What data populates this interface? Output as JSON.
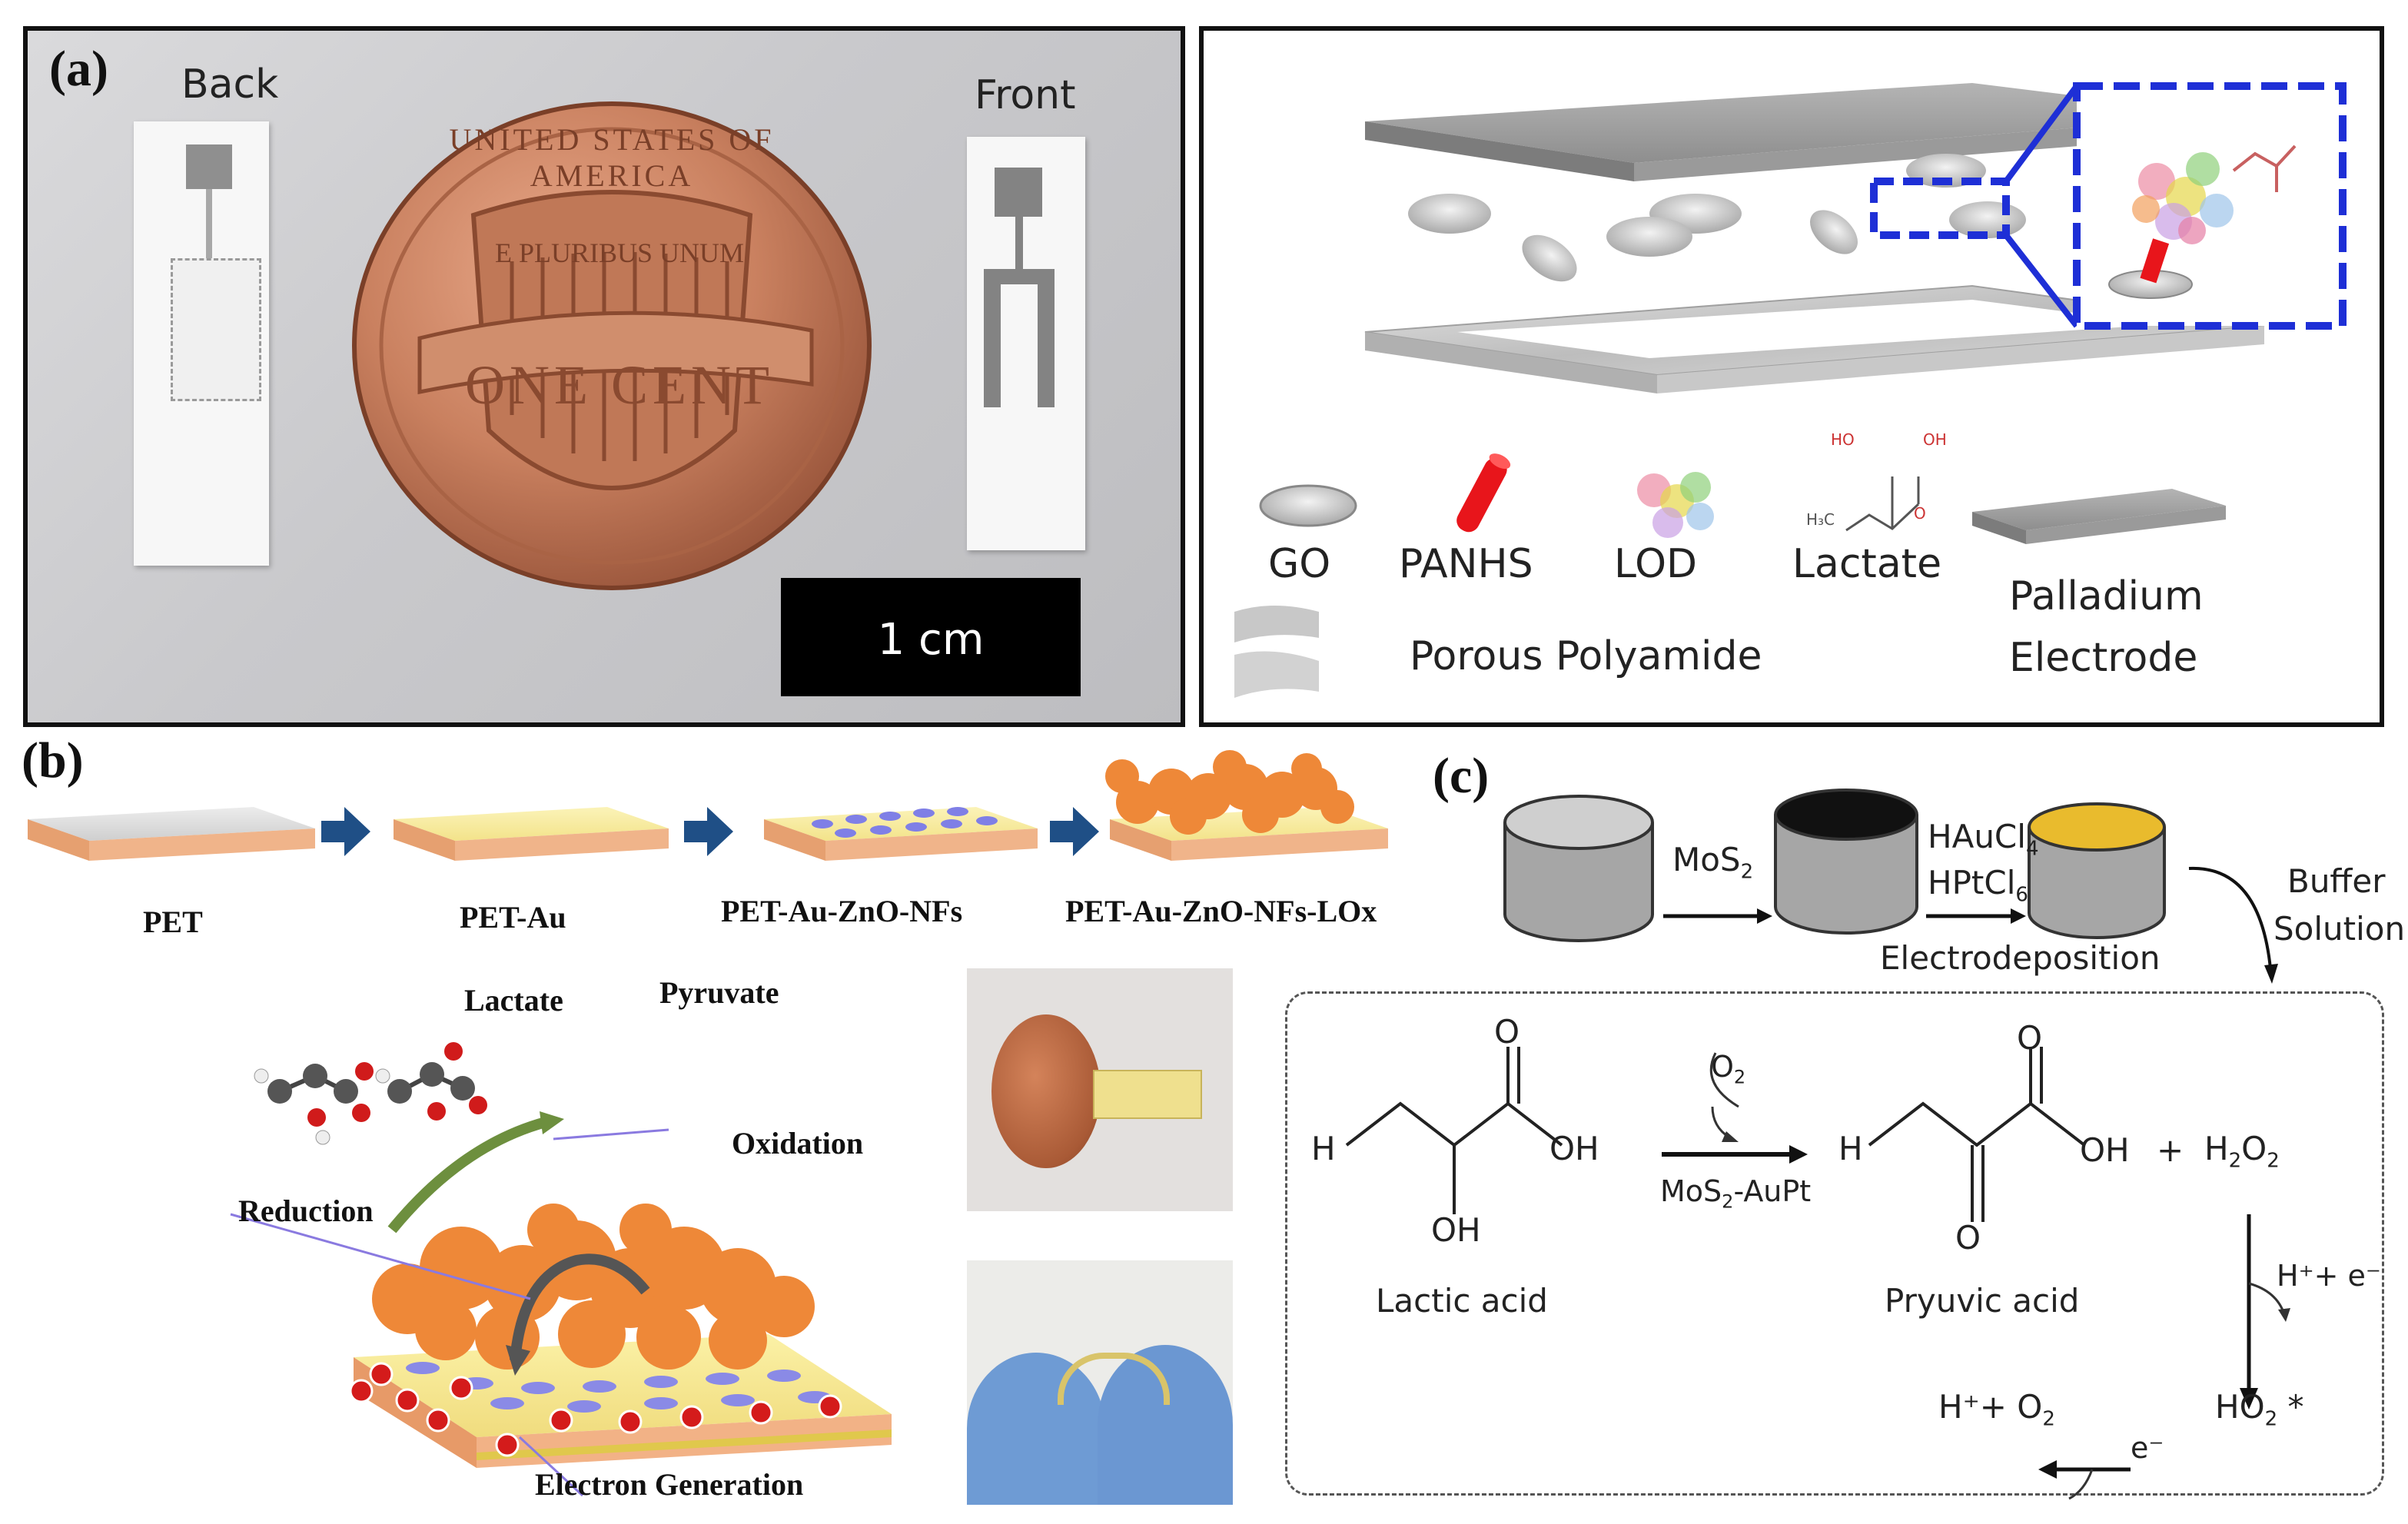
{
  "panel_a": {
    "label": "(a)",
    "photo": {
      "back_label": "Back",
      "front_label": "Front",
      "scale_bar": "1 cm",
      "coin_text_top": "UNITED STATES OF AMERICA",
      "coin_text_motto": "E PLURIBUS UNUM",
      "coin_text_value": "ONE CENT"
    },
    "legend": {
      "go": "GO",
      "panhs": "PANHS",
      "lod": "LOD",
      "lactate": "Lactate",
      "palladium_line1": "Palladium",
      "palladium_line2": "Electrode",
      "porous": "Porous Polyamide",
      "lactate_oh": "OH",
      "lactate_ho": "HO",
      "lactate_o": "O",
      "lactate_h3c": "H₃C"
    }
  },
  "panel_b": {
    "label": "(b)",
    "steps": [
      "PET",
      "PET-Au",
      "PET-Au-ZnO-NFs",
      "PET-Au-ZnO-NFs-LOx"
    ],
    "lactate": "Lactate",
    "pyruvate": "Pyruvate",
    "oxidation": "Oxidation",
    "reduction": "Reduction",
    "electron_generation": "Electron Generation"
  },
  "panel_c": {
    "label": "(c)",
    "mos2_top": "MoS",
    "mos2_sub": "2",
    "hauc_main": "HAuCl",
    "hauc_sub": "4",
    "hptc_main": "HPtCl",
    "hptc_sub": "6",
    "electrodeposition": "Electrodeposition",
    "buffer_line1": "Buffer",
    "buffer_line2": "Solution",
    "o2_main": "O",
    "o2_sub": "2",
    "catalyst_main": "MoS",
    "catalyst_sub": "2",
    "catalyst_rest": "-AuPt",
    "lactic_acid": "Lactic acid",
    "pyruvic_acid": "Pryuvic  acid",
    "h": "H",
    "oh": "OH",
    "o": "O",
    "plus": "+",
    "h2o2_main": "H",
    "h2o2_sub": "2",
    "h2o2_o": "O",
    "h2o2_sub2": "2",
    "hplus_e": "H⁺+ e⁻",
    "ho2_main": "HO",
    "ho2_sub": "2",
    "ho2_star": " *",
    "h_o2_main": "H⁺+ O",
    "h_o2_sub": "2",
    "e_minus": "e⁻"
  }
}
